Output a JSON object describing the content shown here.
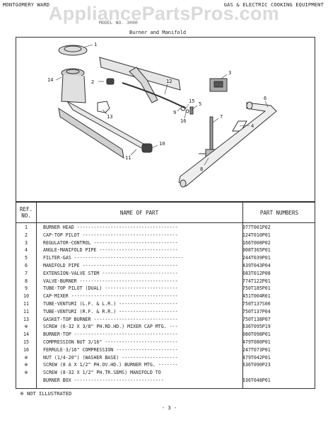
{
  "header": {
    "brand": "MONTGOMERY WARD",
    "category": "GAS & ELECTRIC COOKING EQUIPMENT",
    "watermark": "AppliancePartsPros.com",
    "model_line": "MODEL NO. 3000",
    "subtitle": "Burner and Manifold"
  },
  "diagram": {
    "callouts": [
      "1",
      "2",
      "3",
      "4",
      "5",
      "6",
      "7",
      "8",
      "9",
      "10",
      "11",
      "12",
      "13",
      "14",
      "15",
      "16"
    ]
  },
  "table": {
    "headers": {
      "ref": "REF. NO.",
      "name": "NAME OF PART",
      "number": "PART NUMBERS"
    },
    "rows": [
      {
        "ref": "1",
        "name": "BURNER HEAD ------------------------------------",
        "num": "077T001P02"
      },
      {
        "ref": "2",
        "name": "CAP-TOP PILOT ----------------------------------",
        "num": "124T010P01"
      },
      {
        "ref": "3",
        "name": "REGULATOR-CONTROL ------------------------------",
        "num": "166T008P02"
      },
      {
        "ref": "4",
        "name": "ANGLE-MANIFOLD PIPE ----------------------------",
        "num": "008T365P01"
      },
      {
        "ref": "5",
        "name": "FILTER-GAS ---------------------------------------",
        "num": "244T039P01"
      },
      {
        "ref": "6",
        "name": "MANIFOLD PIPE ----------------------------------",
        "num": "439T043P04"
      },
      {
        "ref": "7",
        "name": "EXTENSION-VALVE STEM ---------------------------",
        "num": "683T012P08"
      },
      {
        "ref": "8",
        "name": "VALVE-BURNER -----------------------------------",
        "num": "774T122P01"
      },
      {
        "ref": "9",
        "name": "TUBE-TOP PILOT (DUAL) --------------------------",
        "num": "750T185P01"
      },
      {
        "ref": "10",
        "name": "CAP-MIXER --------------------------------------",
        "num": "451T004R01"
      },
      {
        "ref": "11",
        "name": "TUBE-VENTURI (L.F. & L.R.) ---------------------",
        "num": "750T137S06"
      },
      {
        "ref": "11",
        "name": "TUBE-VENTURI (R.F. & R.R.) ---------------------",
        "num": "750T137P04"
      },
      {
        "ref": "13",
        "name": "GASKET-TOP BURNER ------------------------------",
        "num": "750T138P07"
      },
      {
        "ref": "※",
        "name": "SCREW (6-32 X 3/8\" PH.RD.HD.) MIXER CAP MTG. ---",
        "num": "636T095P19"
      },
      {
        "ref": "14",
        "name": "BURNER-TOP -------------------------------------",
        "num": "080T098P01"
      },
      {
        "ref": "15",
        "name": "COMPRESSION NUT 3/16\" --------------------------",
        "num": "479T080P01"
      },
      {
        "ref": "16",
        "name": "FERRULE-3/16\" COMPRESSION ----------------------",
        "num": "247T073P01"
      },
      {
        "ref": "※",
        "name": "NUT (1/4-20\") (WASHER BASE) --------------------",
        "num": "479T042P01"
      },
      {
        "ref": "※",
        "name": "SCREW (8 A X 1/2\" PH.OV.HD.) BURNER MTG. -------",
        "num": "636T090P23"
      },
      {
        "ref": "※",
        "name": "SCREW (8-32 X 1/2\" PH.TR.SEMS) MANIFOLD TO",
        "num": ""
      },
      {
        "ref": "",
        "name": "     BURNER BOX --------------------------------",
        "num": "636T048P01"
      }
    ]
  },
  "footnote": "※ NOT ILLUSTRATED",
  "page_number": "- 3 -"
}
